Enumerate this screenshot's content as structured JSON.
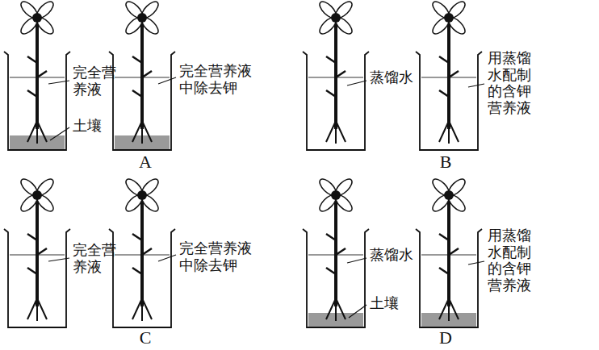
{
  "diagram": {
    "labels": [
      "完全营养液",
      "完全营养液中除去钾",
      "土壤",
      "A",
      "蒸馏水",
      "用蒸馏水配制的含钾营养液",
      "B",
      "完全营养液",
      "完全营养液中除去钾",
      "C",
      "蒸馏水",
      "用蒸馏水配制的含钾营养液",
      "土壤",
      "D"
    ]
  }
}
